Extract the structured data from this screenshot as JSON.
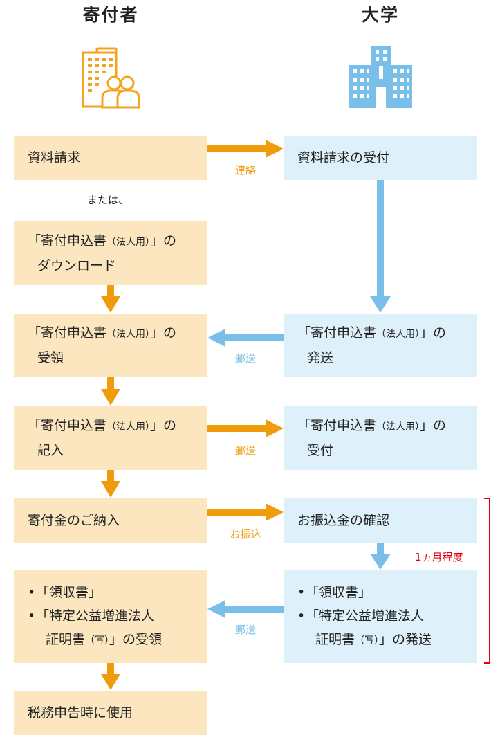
{
  "columns": {
    "donor_title": "寄付者",
    "univ_title": "大学"
  },
  "icons": {
    "donor": "office-building-with-people-icon",
    "university": "university-building-icon"
  },
  "colors": {
    "orange": "#ef9b0c",
    "blue": "#79bfe9",
    "donor_box": "#fbe6bf",
    "univ_box": "#def0f9",
    "red_bracket": "#e60012"
  },
  "donor": {
    "request": "資料請求",
    "or_text": "または、",
    "download_line1_a": "「寄付申込書",
    "download_line1_small": "（法人用）",
    "download_line1_b": "」の",
    "download_line2": "ダウンロード",
    "receive_line1_a": "「寄付申込書",
    "receive_line1_small": "（法人用）",
    "receive_line1_b": "」の",
    "receive_line2": "受領",
    "fill_line1_a": "「寄付申込書",
    "fill_line1_small": "（法人用）",
    "fill_line1_b": "」の",
    "fill_line2": "記入",
    "payment": "寄付金のご納入",
    "bullet": "•",
    "receipt_item1": "「領収書」",
    "receipt_item2_line1": "「特定公益増進法人",
    "receipt_item2_line2_a": "証明書",
    "receipt_item2_line2_small": "（写）",
    "receipt_item2_line2_b": "」の受領",
    "tax_use": "税務申告時に使用"
  },
  "univ": {
    "request_accept": "資料請求の受付",
    "send_line1_a": "「寄付申込書",
    "send_line1_small": "（法人用）",
    "send_line1_b": "」の",
    "send_line2": "発送",
    "accept_line1_a": "「寄付申込書",
    "accept_line1_small": "（法人用）",
    "accept_line1_b": "」の",
    "accept_line2": "受付",
    "confirm": "お振込金の確認",
    "bullet": "•",
    "send_item1": "「領収書」",
    "send_item2_line1": "「特定公益増進法人",
    "send_item2_line2_a": "証明書",
    "send_item2_line2_small": "（写）",
    "send_item2_line2_b": "」の発送"
  },
  "edges": {
    "contact": "連絡",
    "mail1": "郵送",
    "mail2": "郵送",
    "transfer": "お振込",
    "mail3": "郵送",
    "duration": "1ヵ月程度"
  }
}
